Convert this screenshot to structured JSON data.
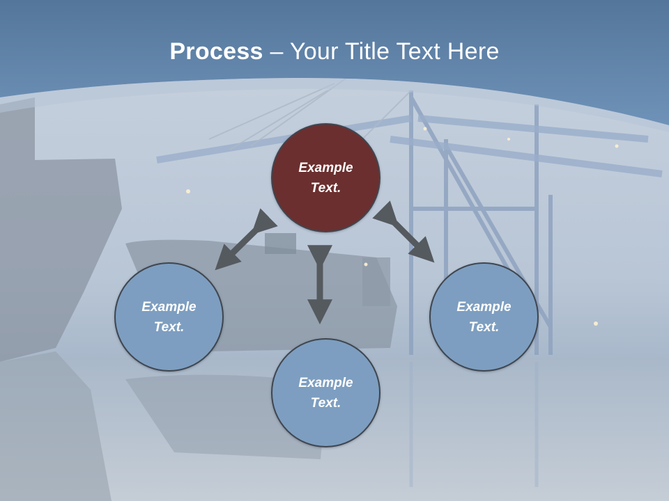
{
  "title": {
    "bold": "Process",
    "rest": " – Your Title Text Here"
  },
  "colors": {
    "header_blue": "#5f83ab",
    "center_node": "#6b2f2f",
    "outer_node": "#7d9ec0",
    "node_border": "#3f4650",
    "arrow": "#555a5f"
  },
  "nodes": [
    {
      "id": "top",
      "label": "Example Text."
    },
    {
      "id": "left",
      "label": "Example Text."
    },
    {
      "id": "right",
      "label": "Example Text."
    },
    {
      "id": "bottom",
      "label": "Example Text."
    }
  ]
}
